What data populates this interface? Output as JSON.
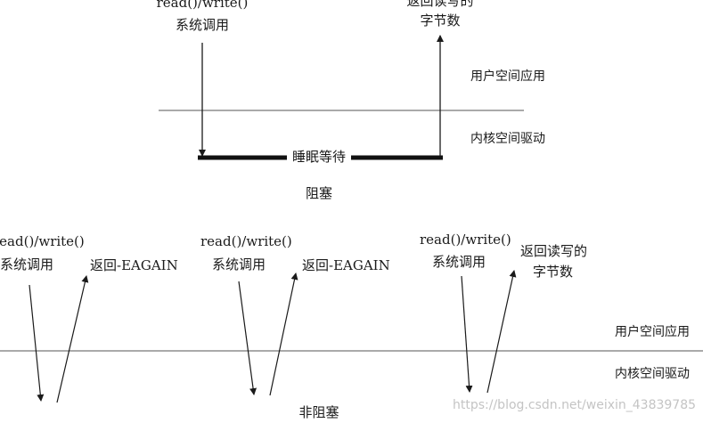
{
  "blocking": {
    "call_line1": "read()/write()",
    "call_line2": "系统调用",
    "return_line1": "返回读写的",
    "return_line2": "字节数",
    "user_space": "用户空间应用",
    "kernel_space": "内核空间驱动",
    "sleep_wait": "睡眠等待",
    "caption": "阻塞"
  },
  "nonblocking": {
    "call1_line1": "read()/write()",
    "call1_line2": "系统调用",
    "return1": "返回-EAGAIN",
    "call2_line1": "read()/write()",
    "call2_line2": "系统调用",
    "return2": "返回-EAGAIN",
    "call3_line1": "read()/write()",
    "call3_line2": "系统调用",
    "return3_line1": "返回读写的",
    "return3_line2": "字节数",
    "user_space": "用户空间应用",
    "kernel_space": "内核空间驱动",
    "caption": "非阻塞"
  },
  "watermark": "https://blog.csdn.net/weixin_43839785"
}
